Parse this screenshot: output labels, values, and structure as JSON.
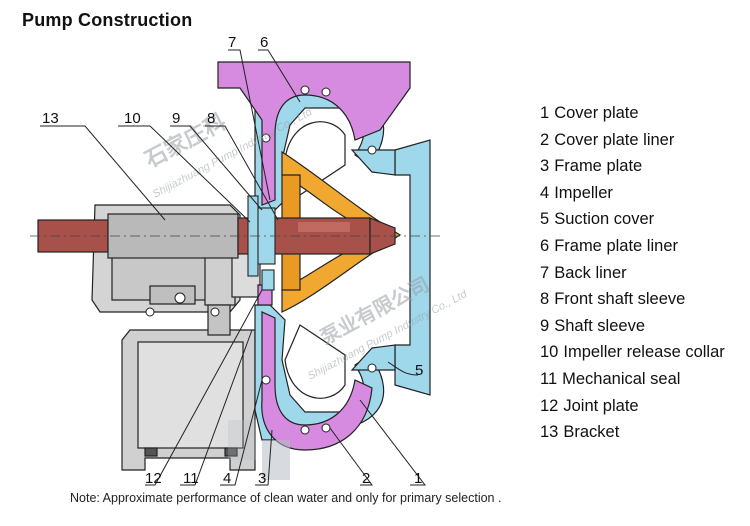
{
  "title": "Pump Construction",
  "parts": [
    {
      "num": "1",
      "name": "Cover plate"
    },
    {
      "num": "2",
      "name": "Cover plate liner"
    },
    {
      "num": "3",
      "name": "Frame plate"
    },
    {
      "num": "4",
      "name": "Impeller"
    },
    {
      "num": "5",
      "name": "Suction cover"
    },
    {
      "num": "6",
      "name": "Frame plate liner"
    },
    {
      "num": "7",
      "name": "Back liner"
    },
    {
      "num": "8",
      "name": "Front shaft sleeve"
    },
    {
      "num": "9",
      "name": "Shaft sleeve"
    },
    {
      "num": "10",
      "name": "Impeller release collar"
    },
    {
      "num": "11",
      "name": "Mechanical seal"
    },
    {
      "num": "12",
      "name": "Joint plate"
    },
    {
      "num": "13",
      "name": "Bracket"
    }
  ],
  "callouts": {
    "c1": "1",
    "c2": "2",
    "c3": "3",
    "c4": "4",
    "c5": "5",
    "c6": "6",
    "c7": "7",
    "c8": "8",
    "c9": "9",
    "c10": "10",
    "c11": "11",
    "c12": "12",
    "c13": "13"
  },
  "watermark": {
    "company_cn": "石家庄科",
    "company_cn_2": "泵业有限公司",
    "company_en": "Shijiazhuang Pump Industry Co., Ltd"
  },
  "note": "Note: Approximate performance of clean water and only for primary selection .",
  "colors": {
    "liner_magenta": "#d68be0",
    "casing_cyan": "#9fd8ea",
    "impeller_orange": "#f0a830",
    "shaft_red": "#a8504a",
    "bracket_gray": "#d4d4d4",
    "line": "#222222"
  }
}
